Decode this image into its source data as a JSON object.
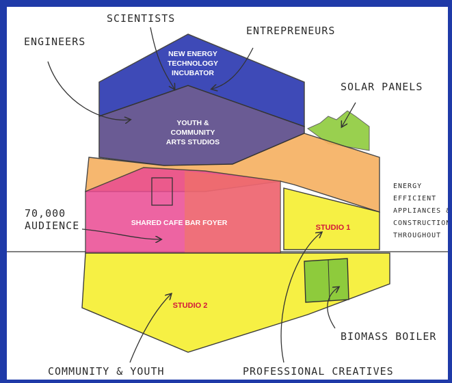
{
  "labels": {
    "scientists": "SCIENTISTS",
    "engineers": "ENGINEERS",
    "entrepreneurs": "ENTREPRENEURS",
    "solar_panels": "SOLAR PANELS",
    "audience_1": "70,000",
    "audience_2": "AUDIENCE",
    "energy_1": "ENERGY",
    "energy_2": "EFFICIENT",
    "energy_3": "APPLIANCES &",
    "energy_4": "CONSTRUCTION",
    "energy_5": "THROUGHOUT",
    "biomass": "BIOMASS BOILER",
    "community": "COMMUNITY & YOUTH",
    "professional": "PROFESSIONAL CREATIVES"
  },
  "zones": {
    "incubator_1": "NEW ENERGY",
    "incubator_2": "TECHNOLOGY",
    "incubator_3": "INCUBATOR",
    "arts_1": "YOUTH &",
    "arts_2": "COMMUNITY",
    "arts_3": "ARTS STUDIOS",
    "cafe": "SHARED CAFE BAR FOYER",
    "studio1": "STUDIO 1",
    "studio2": "STUDIO 2"
  },
  "colors": {
    "frame": "#1f3aa8",
    "incubator": "#2a37b0",
    "arts": "#5e4e8c",
    "orange": "#f6b060",
    "pink": "#ea4a92",
    "yellow": "#f6f03a",
    "green": "#8ecb3c",
    "studio_label": "#d2153a"
  }
}
